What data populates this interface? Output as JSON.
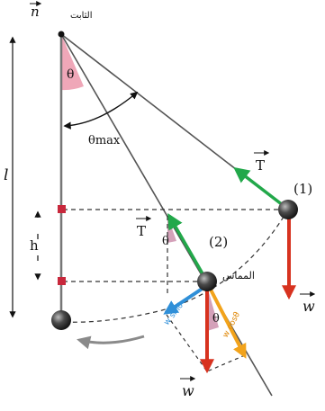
{
  "labels": {
    "n": "n",
    "pivot": "الثابت",
    "theta_pivot": "θ",
    "theta_max": "θmax",
    "length": "l",
    "height": "h",
    "tension": "T",
    "position_1": "(1)",
    "position_2": "(2)",
    "theta_bob": "θ",
    "theta_small": "θ",
    "tangent": "المماس",
    "weight": "w",
    "comp_blue": "w sinθ",
    "comp_orange": "w cosθ"
  },
  "colors": {
    "tension": "#22a84a",
    "weight": "#d7321f",
    "component_blue": "#2f8fd8",
    "component_orange": "#f2a31b",
    "angle_fill": "#e98aa0",
    "marker": "#c8283c",
    "motion_arrow": "#8a8a8a"
  }
}
